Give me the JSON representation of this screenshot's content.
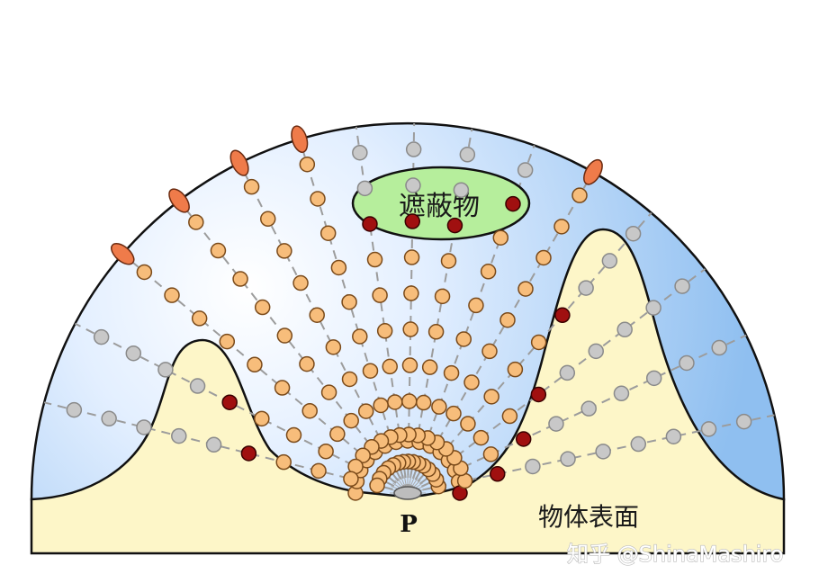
{
  "labels": {
    "occluder": "遮蔽物",
    "surface": "物体表面",
    "point": "P",
    "watermark": "知乎 @ShinaMashiro"
  },
  "colors": {
    "dome_center": "#ffffff",
    "dome_edge": "#8fbff0",
    "ground": "#fdf6c8",
    "occluder_fill": "#b6ee9c",
    "sample_free": "#f7bd7b",
    "sample_free_stroke": "#7a4a1a",
    "sample_hit": "#a01010",
    "sample_hit_stroke": "#3a0000",
    "sample_blocked": "#c8c8c8",
    "sample_blocked_stroke": "#8a8a8a",
    "sky_hit": "#ef7b4a",
    "ray_line": "#9c9c9c",
    "outline": "#111111"
  }
}
